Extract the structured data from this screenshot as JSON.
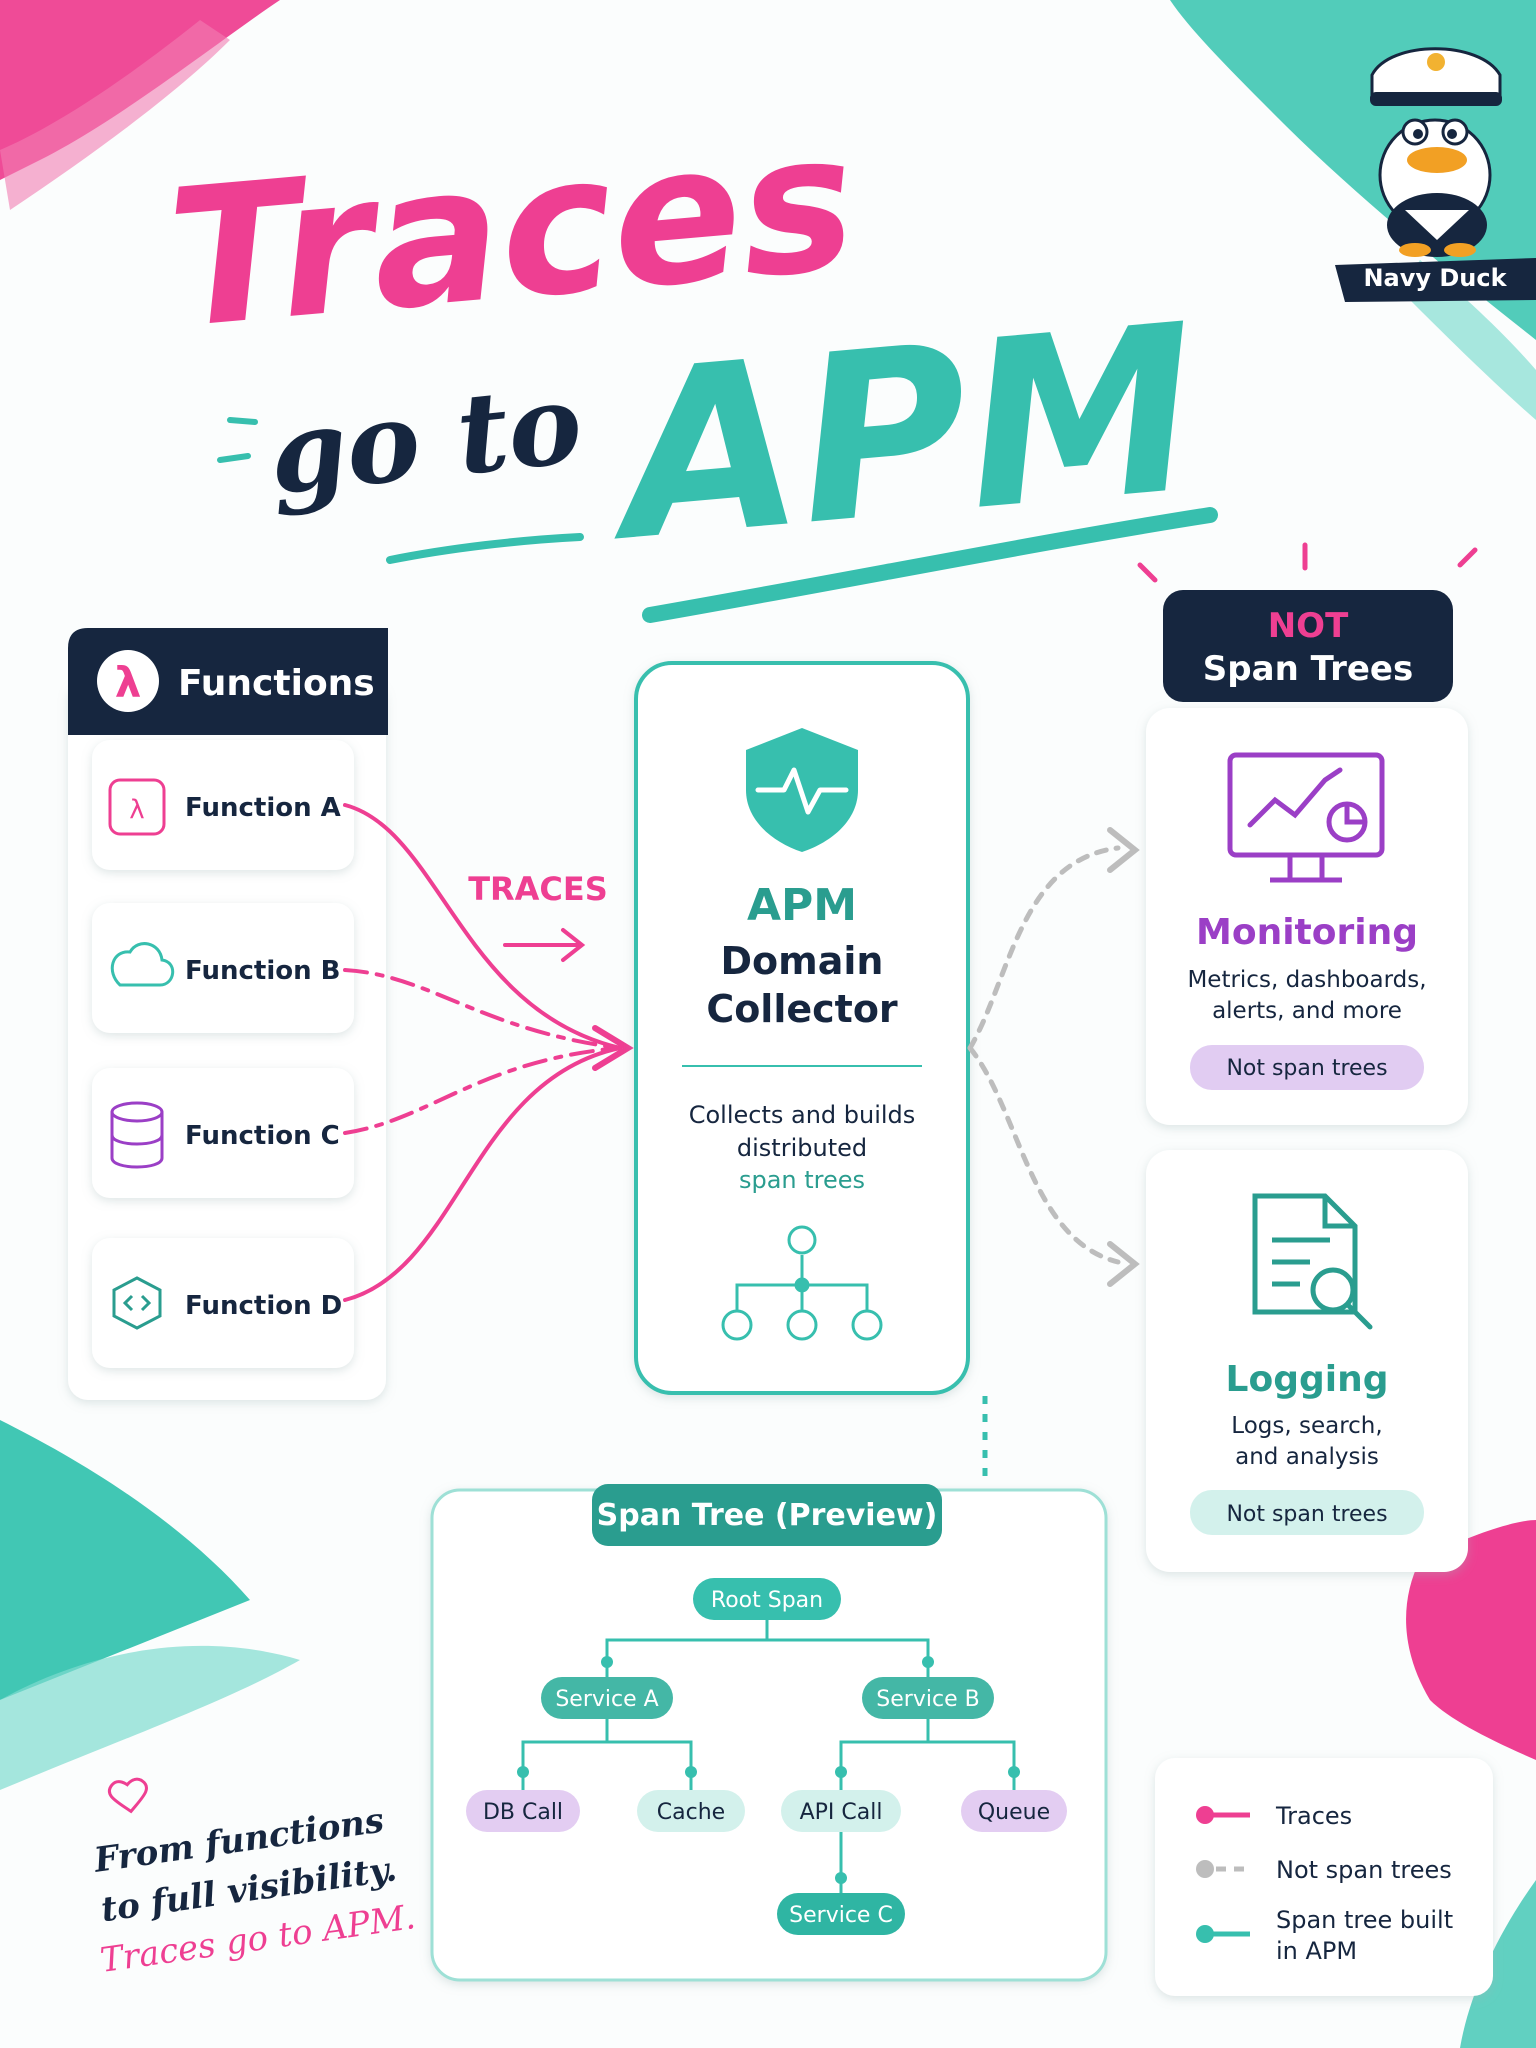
{
  "title": {
    "line1": "Traces",
    "line2_small": "go to",
    "line2_big": "APM"
  },
  "mascot": {
    "label": "Navy Duck"
  },
  "functions_panel": {
    "header": "Functions",
    "items": [
      {
        "label": "Function A",
        "icon": "lambda-box-icon"
      },
      {
        "label": "Function B",
        "icon": "cloud-icon"
      },
      {
        "label": "Function C",
        "icon": "database-icon"
      },
      {
        "label": "Function D",
        "icon": "hexagon-code-icon"
      }
    ]
  },
  "flow_label": "TRACES",
  "collector": {
    "title_accent": "APM",
    "title_line2": "Domain",
    "title_line3": "Collector",
    "desc_line1": "Collects and builds",
    "desc_line2": "distributed",
    "desc_accent": "span trees"
  },
  "not_header": {
    "accent": "NOT",
    "text": "Span Trees"
  },
  "monitoring": {
    "title": "Monitoring",
    "desc_line1": "Metrics, dashboards,",
    "desc_line2": "alerts, and more",
    "badge": "Not span trees"
  },
  "logging": {
    "title": "Logging",
    "desc_line1": "Logs, search,",
    "desc_line2": "and analysis",
    "badge": "Not span trees"
  },
  "span_tree": {
    "header": "Span Tree (Preview)",
    "nodes": {
      "root": "Root Span",
      "a": "Service A",
      "b": "Service B",
      "db": "DB Call",
      "cache": "Cache",
      "api": "API Call",
      "queue": "Queue",
      "c": "Service C"
    }
  },
  "tagline": {
    "line1": "From functions",
    "line2": "to full visibility.",
    "line3": "Traces go to APM."
  },
  "legend": {
    "items": [
      {
        "label": "Traces"
      },
      {
        "label": "Not span trees"
      },
      {
        "label_line1": "Span tree built",
        "label_line2": "in APM"
      }
    ]
  },
  "colors": {
    "pink": "#ee3f92",
    "teal": "#37bfae",
    "teal_dark": "#2a9d8f",
    "navy": "#16263f",
    "purple": "#9b3fc6",
    "gray": "#bdbdbd"
  }
}
